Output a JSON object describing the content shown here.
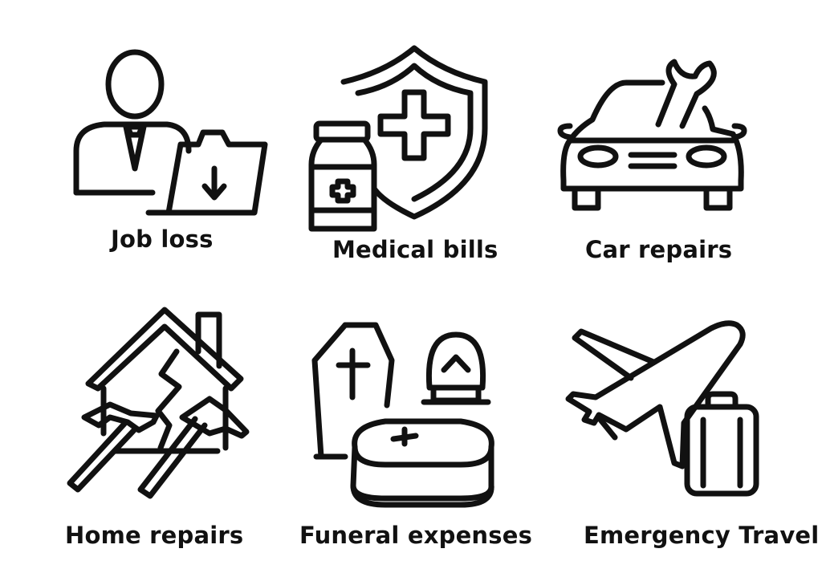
{
  "items": [
    {
      "label": "Job loss",
      "icon": "job-loss-icon"
    },
    {
      "label": "Medical bills",
      "icon": "medical-bills-icon"
    },
    {
      "label": "Car repairs",
      "icon": "car-repairs-icon"
    },
    {
      "label": "Home repairs",
      "icon": "home-repairs-icon"
    },
    {
      "label": "Funeral expenses",
      "icon": "funeral-expenses-icon"
    },
    {
      "label": "Emergency Travel",
      "icon": "emergency-travel-icon"
    }
  ],
  "colors": {
    "stroke": "#111111",
    "background": "#ffffff"
  }
}
